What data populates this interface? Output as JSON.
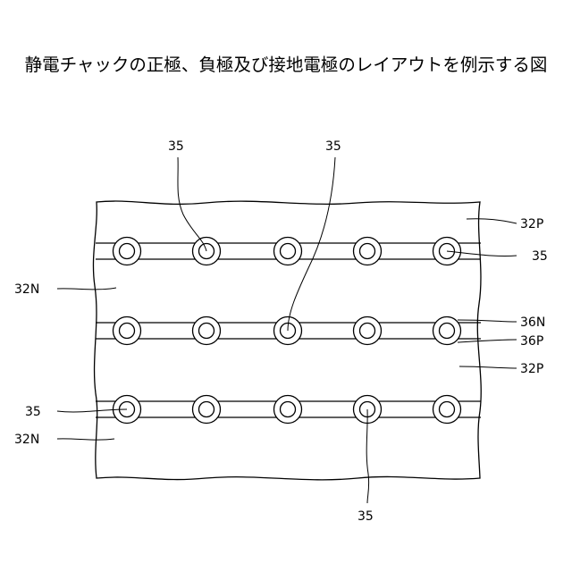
{
  "title": "静電チャックの正極、負極及び接地電極のレイアウトを例示する図",
  "labels": {
    "top_left_35": "35",
    "top_mid_35": "35",
    "top_right_32P": "32P",
    "right_35": "35",
    "left_32N_upper": "32N",
    "right_36N": "36N",
    "right_36P": "36P",
    "right_32P_lower": "32P",
    "left_35": "35",
    "left_32N_lower": "32N",
    "bottom_35": "35"
  },
  "rows_of_holes": 3,
  "holes_per_row": 5
}
